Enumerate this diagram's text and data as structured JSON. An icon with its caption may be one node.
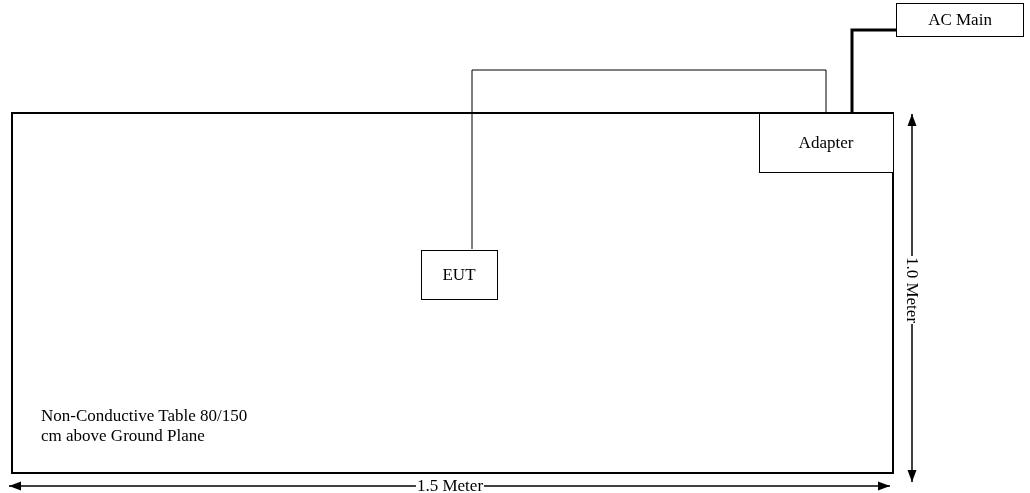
{
  "diagram": {
    "nodes": [
      {
        "text": [
          "Non-Conductive Table 80/150 cm above Ground Plane"
        ]
      },
      {
        "text": [
          "EUT"
        ],
        "in": 0
      },
      {
        "text": [
          "Adapter"
        ],
        "in": 0
      },
      {
        "text": [
          "AC Main"
        ]
      }
    ],
    "edges": [
      {
        "from": 1,
        "to": 2,
        "arrow": "none"
      },
      {
        "from": 2,
        "to": 3,
        "arrow": "none",
        "style": "thick"
      }
    ],
    "labels": [
      "1.0 Meter",
      "1.5 Meter"
    ]
  }
}
